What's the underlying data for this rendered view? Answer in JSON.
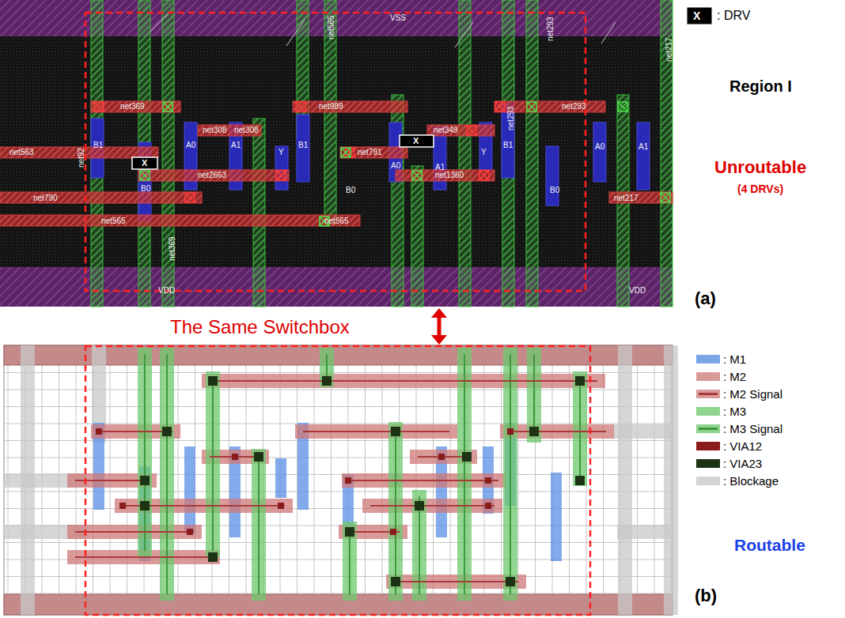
{
  "diagram": {
    "labels": [
      "X",
      "Region I",
      "Unroutable",
      "(4 DRVs)",
      "(a)",
      "The Same Switchbox",
      "(b)",
      "Routable",
      "VSS",
      "VDD",
      "VDD",
      "net369",
      "net989",
      "net293",
      "net308",
      "net308",
      "net349",
      "net563",
      "net791",
      "net2663",
      "net1360",
      "net790",
      "net217",
      "net565",
      "net565",
      "B1",
      "B0",
      "A0",
      "A1",
      "Y",
      "B1",
      "A0",
      "B0",
      "A1",
      "Y",
      "B1",
      "B0",
      "A0",
      "A1",
      "net92",
      "net369",
      "net565",
      "net293",
      "net293",
      "net217",
      "X",
      "X"
    ],
    "legend": [
      {
        "text": ": DRV"
      },
      {
        "text": ": M1",
        "color": "#7aa6e6"
      },
      {
        "text": ": M2",
        "color": "#d99a9a"
      },
      {
        "text": ": M2 Signal"
      },
      {
        "text": ": M3",
        "color": "#8ed48e"
      },
      {
        "text": ": M3 Signal"
      },
      {
        "text": ": VIA12",
        "color": "#8b1c1c"
      },
      {
        "text": ": VIA23",
        "color": "#1c3314"
      },
      {
        "text": ": Blockage",
        "color": "#d4d4d4"
      }
    ]
  }
}
